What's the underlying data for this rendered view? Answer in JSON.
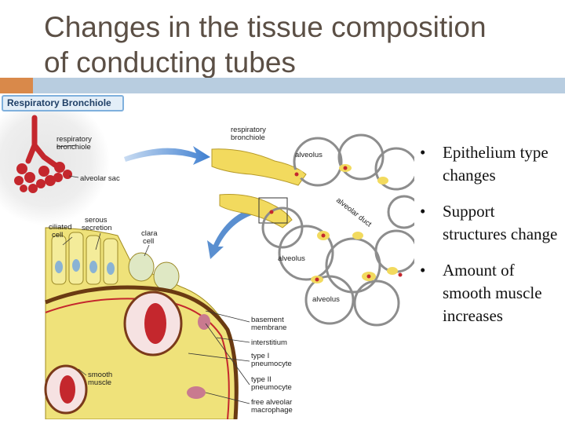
{
  "slide": {
    "title_line1": "Changes in the tissue composition",
    "title_line2": "of conducting tubes"
  },
  "figure": {
    "badge": "Respiratory Bronchiole",
    "labels": {
      "resp_bronchiole_small_1": "respiratory",
      "resp_bronchiole_small_2": "bronchiole",
      "alveolar_sac": "alveolar sac",
      "resp_bronchiole_top_1": "respiratory",
      "resp_bronchiole_top_2": "bronchiole",
      "alveolus_1": "alveolus",
      "alveolar_duct": "alveolar duct",
      "alveolus_2": "alveolus",
      "alveolus_3": "alveolus",
      "serous_secretion_1": "serous",
      "serous_secretion_2": "secretion",
      "ciliated_cell_1": "ciliated",
      "ciliated_cell_2": "cell",
      "clara_cell_1": "clara",
      "clara_cell_2": "cell",
      "basement_membrane_1": "basement",
      "basement_membrane_2": "membrane",
      "interstitium": "interstitium",
      "type1_1": "type I",
      "type1_2": "pneumocyte",
      "type2_1": "type II",
      "type2_2": "pneumocyte",
      "smooth_muscle_1": "smooth",
      "smooth_muscle_2": "muscle",
      "macrophage_1": "free alveolar",
      "macrophage_2": "macrophage"
    }
  },
  "bullets": {
    "marker": "•",
    "items": [
      "Epithelium type changes",
      "Support structures change",
      "Amount of smooth muscle increases"
    ]
  },
  "colors": {
    "title": "#5b4f45",
    "accent_orange": "#d9894a",
    "accent_blue": "#b8cde0",
    "tissue_yellow": "#f2da5e",
    "blood_red": "#c4272d",
    "arrow_blue": "#5a8fd0"
  }
}
